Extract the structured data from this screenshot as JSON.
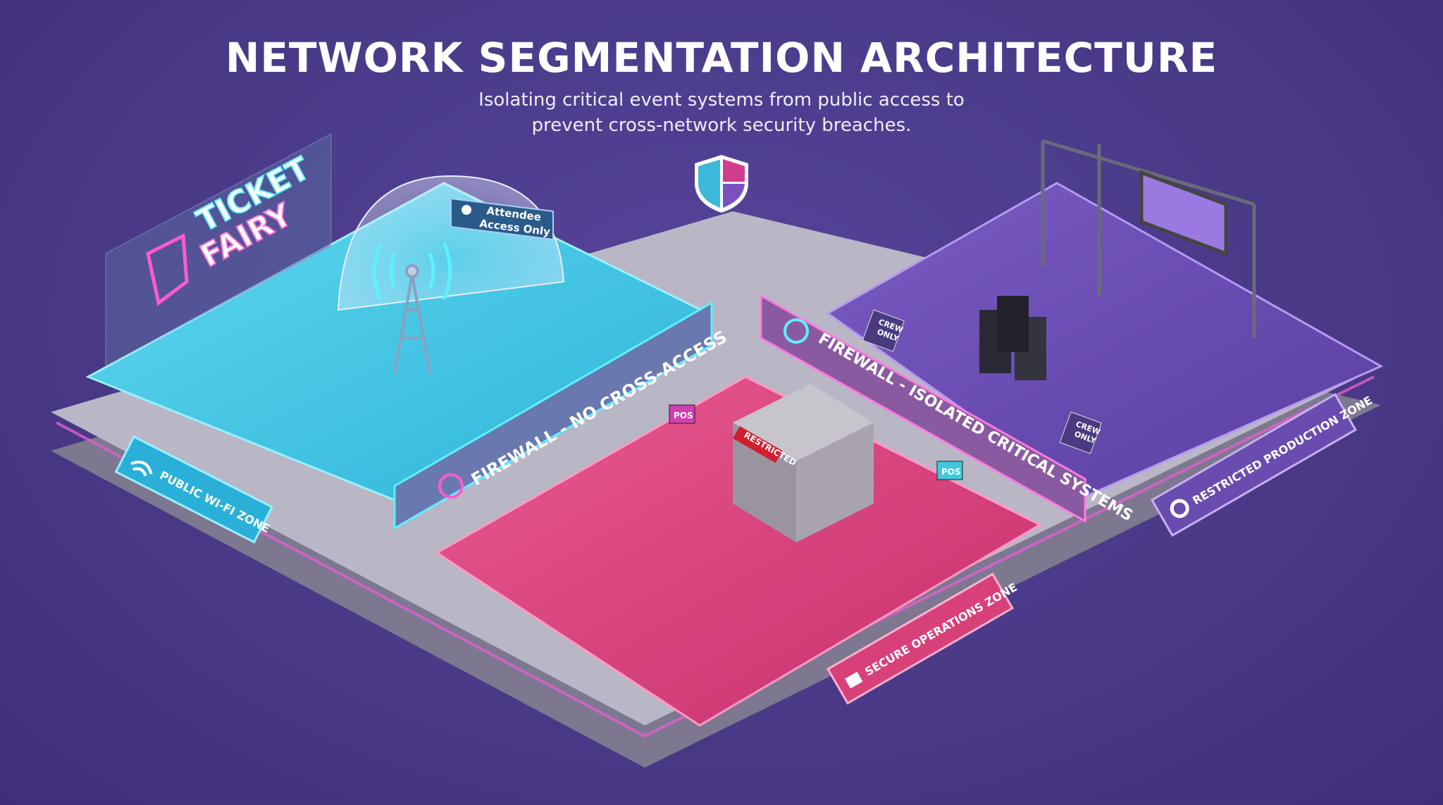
{
  "header": {
    "title": "NETWORK SEGMENTATION ARCHITECTURE",
    "subtitle_line1": "Isolating critical event systems from public access to",
    "subtitle_line2": "prevent cross-network security breaches."
  },
  "emblem": {
    "icon": "segmented-shield-icon"
  },
  "zones": {
    "public": {
      "label": "PUBLIC WI-FI ZONE",
      "icon": "wifi-icon",
      "color": "#3cc8e6"
    },
    "secure": {
      "label": "SECURE OPERATIONS ZONE",
      "icon": "lock-icon",
      "color": "#d8407a"
    },
    "production": {
      "label": "RESTRICTED PRODUCTION ZONE",
      "icon": "gears-icon",
      "color": "#6a4bb0"
    }
  },
  "firewalls": {
    "left": {
      "label": "FIREWALL - NO CROSS-ACCESS",
      "icon": "no-entry-icon"
    },
    "right": {
      "label": "FIREWALL - ISOLATED CRITICAL SYSTEMS",
      "icon": "padlock-icon"
    }
  },
  "signs": {
    "brand_line1": "TICKET",
    "brand_line2": "FAIRY",
    "attendee_line1": "Attendee",
    "attendee_line2": "Access Only",
    "crew_line1": "CREW",
    "crew_line2": "ONLY",
    "restricted": "RESTRICTED",
    "pos": "POS"
  }
}
